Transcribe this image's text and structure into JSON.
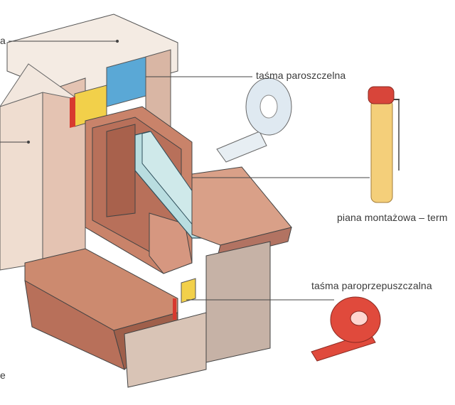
{
  "labels": {
    "vapor_tight_tape": "taśma paroszczelna",
    "mounting_foam": "piana montażowa – term",
    "vapor_permeable_tape": "taśma paroprzepuszczalna",
    "left_top_fragment": "a",
    "left_bottom_fragment": "e"
  },
  "colors": {
    "wall_light": "#efe3d8",
    "wall_mid": "#d9b6a4",
    "wall_dark": "#b98774",
    "frame": "#c9836a",
    "frame_dark": "#9f5f4a",
    "sill": "#cc8a6f",
    "sill_top": "#d9a088",
    "glass": "#b9dde0",
    "tape_blue": "#5aa8d6",
    "tape_yellow": "#f2d04a",
    "tape_red": "#d73a2f",
    "foam_can": "#f4cf7a",
    "foam_cap": "#d8453a",
    "roll_white": "#e7eef3",
    "roll_red": "#e04a3c",
    "line": "#444444"
  }
}
